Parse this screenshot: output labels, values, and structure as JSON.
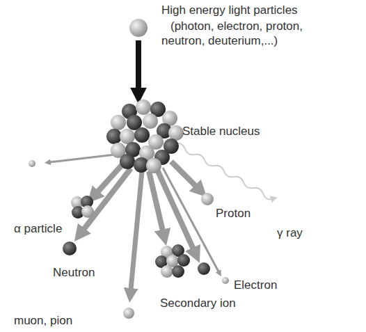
{
  "diagram": {
    "labels": [
      "High energy light particles",
      "(photon, electron, proton, neutron, deuterium,...)",
      "Stable nucleus",
      "α particle",
      "Proton",
      "γ ray",
      "Neutron",
      "Electron",
      "Secondary ion",
      "muon, pion"
    ]
  }
}
